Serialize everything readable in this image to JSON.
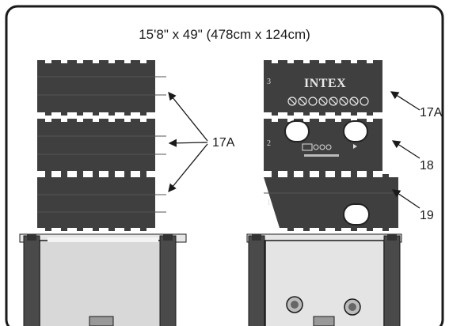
{
  "title": "15'8\" x 49\" (478cm x 124cm)",
  "callouts": {
    "left_label": "17A",
    "right_top": "17A",
    "right_mid": "18",
    "right_bottom": "19"
  },
  "panel_numbers": {
    "p3": "3",
    "p2": "2",
    "p1": "1"
  },
  "brand_logo": "INTEX",
  "colors": {
    "panel": "#3f3f3f",
    "frame": "#1a1a1a",
    "post": "#4a4a4a",
    "filter": "#d8d8d8"
  }
}
